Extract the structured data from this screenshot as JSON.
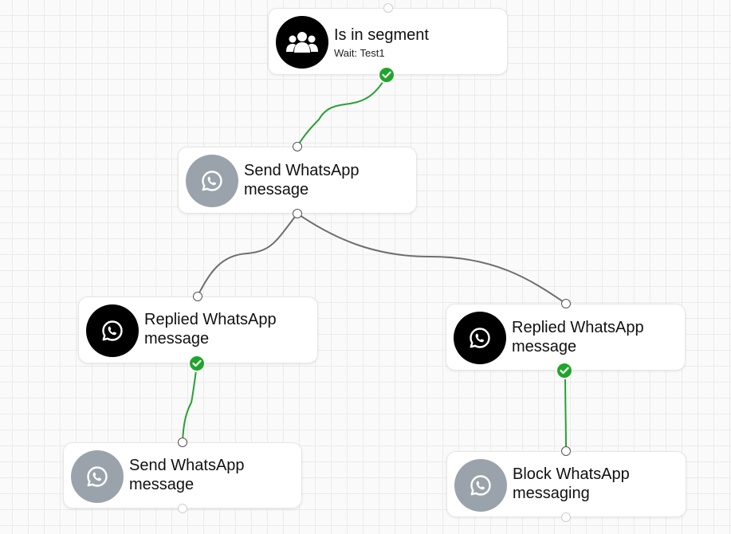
{
  "colors": {
    "success_edge": "#2aa035",
    "default_edge": "#6f6f6f",
    "check_bg": "#20a52c",
    "icon_dark": "#000000",
    "icon_grey": "#9aa3ab"
  },
  "nodes": {
    "segment": {
      "title": "Is in segment",
      "subtitle": "Wait: Test1",
      "icon": "users-group-icon"
    },
    "send_1": {
      "title": "Send WhatsApp message",
      "icon": "whatsapp-icon"
    },
    "replied_left": {
      "title": "Replied WhatsApp message",
      "icon": "whatsapp-icon"
    },
    "replied_right": {
      "title": "Replied WhatsApp message",
      "icon": "whatsapp-icon"
    },
    "send_2": {
      "title": "Send WhatsApp message",
      "icon": "whatsapp-icon"
    },
    "block": {
      "title": "Block WhatsApp messaging",
      "icon": "whatsapp-icon"
    }
  }
}
